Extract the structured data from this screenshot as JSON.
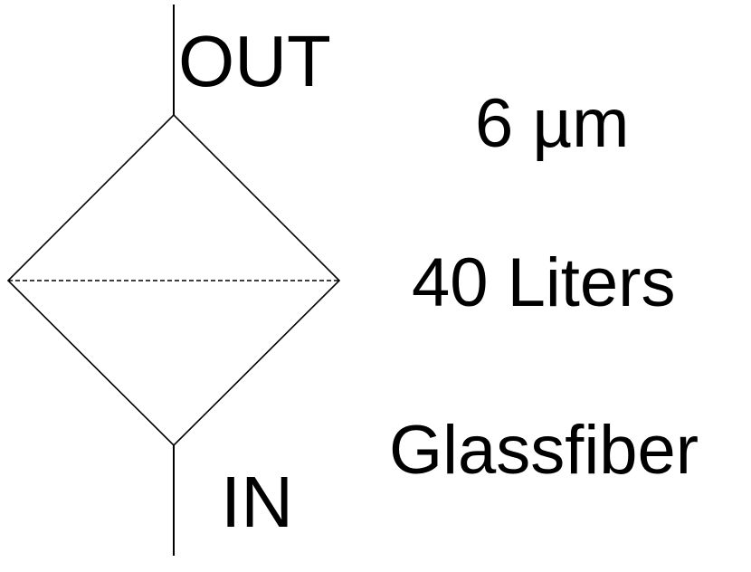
{
  "filter_symbol": {
    "labels": {
      "outlet": "OUT",
      "inlet": "IN"
    },
    "line_color": "#000000"
  },
  "specifications": {
    "particle_size": "6 µm",
    "volume": "40 Liters",
    "media": "Glassfiber"
  }
}
